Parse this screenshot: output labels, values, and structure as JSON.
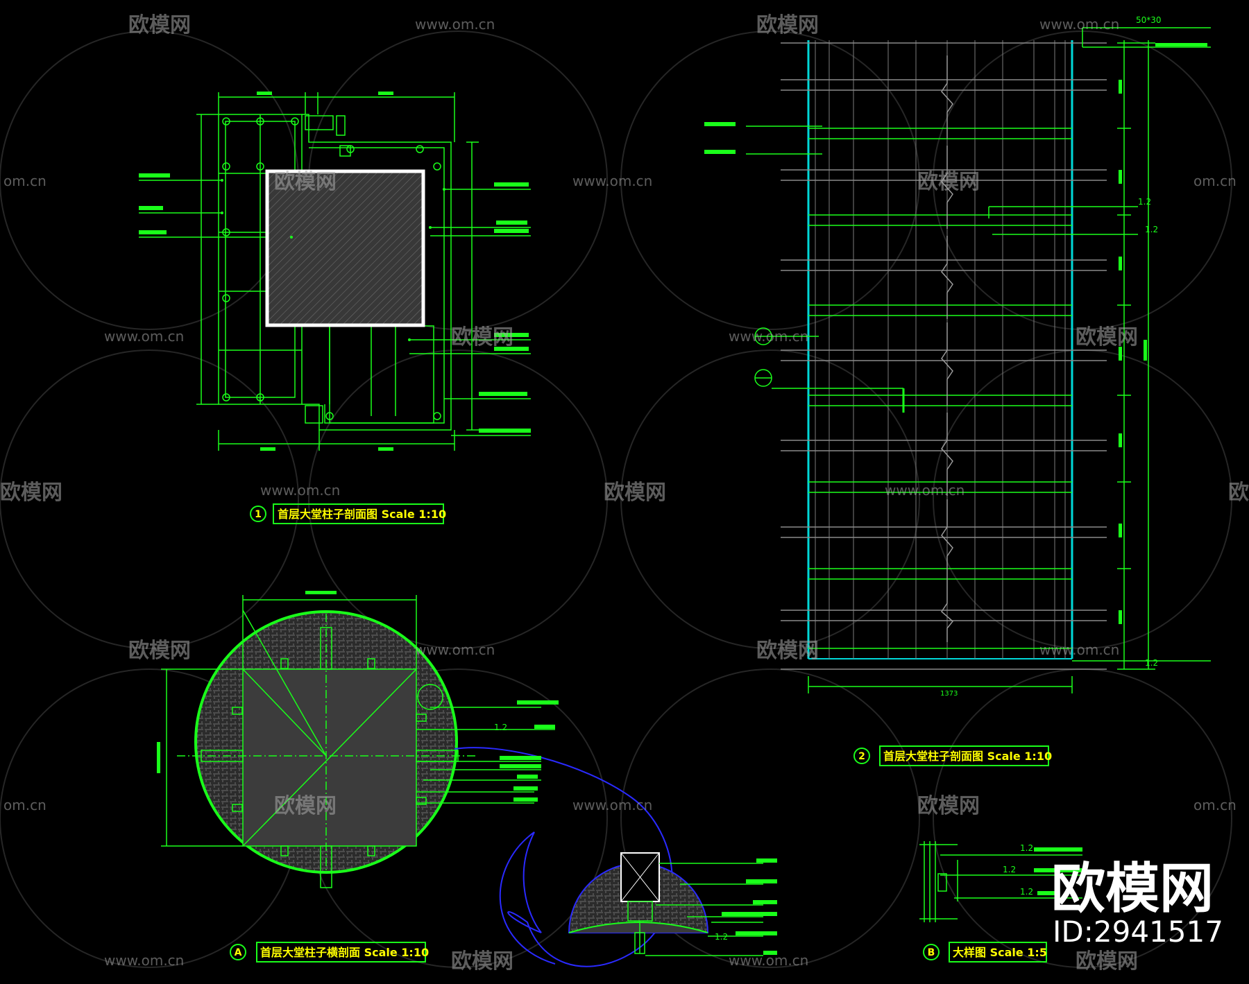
{
  "colors": {
    "background": "#000000",
    "linework": "#1aff1a",
    "cyan": "#00d8d8",
    "blue": "#2a2aff",
    "title_text": "#ffff00",
    "watermark": "#bdbdbd",
    "white": "#ffffff"
  },
  "watermark": {
    "brand": "欧模网",
    "url": "www.om.cn",
    "url_short": "om.cn"
  },
  "branding": {
    "logo_text": "欧模网",
    "id_text": "ID:2941517"
  },
  "drawing1": {
    "number": "1",
    "title": "首层大堂柱子剖面图 Scale 1:10"
  },
  "drawing2": {
    "number": "2",
    "title": "首层大堂柱子剖面图 Scale 1:10",
    "top_note": "50*30",
    "bottom_dim": "1373",
    "note1": "1.2",
    "note2": "1.2",
    "note3": "1.2"
  },
  "drawingA": {
    "letter": "A",
    "title": "首层大堂柱子横剖面 Scale 1:10",
    "note": "1.2"
  },
  "drawingB": {
    "letter": "B",
    "title": "大样图 Scale 1:5",
    "note1": "1.2",
    "note2": "1.2",
    "note3": "1.2"
  },
  "detailCircle": {
    "note": "1.2"
  }
}
